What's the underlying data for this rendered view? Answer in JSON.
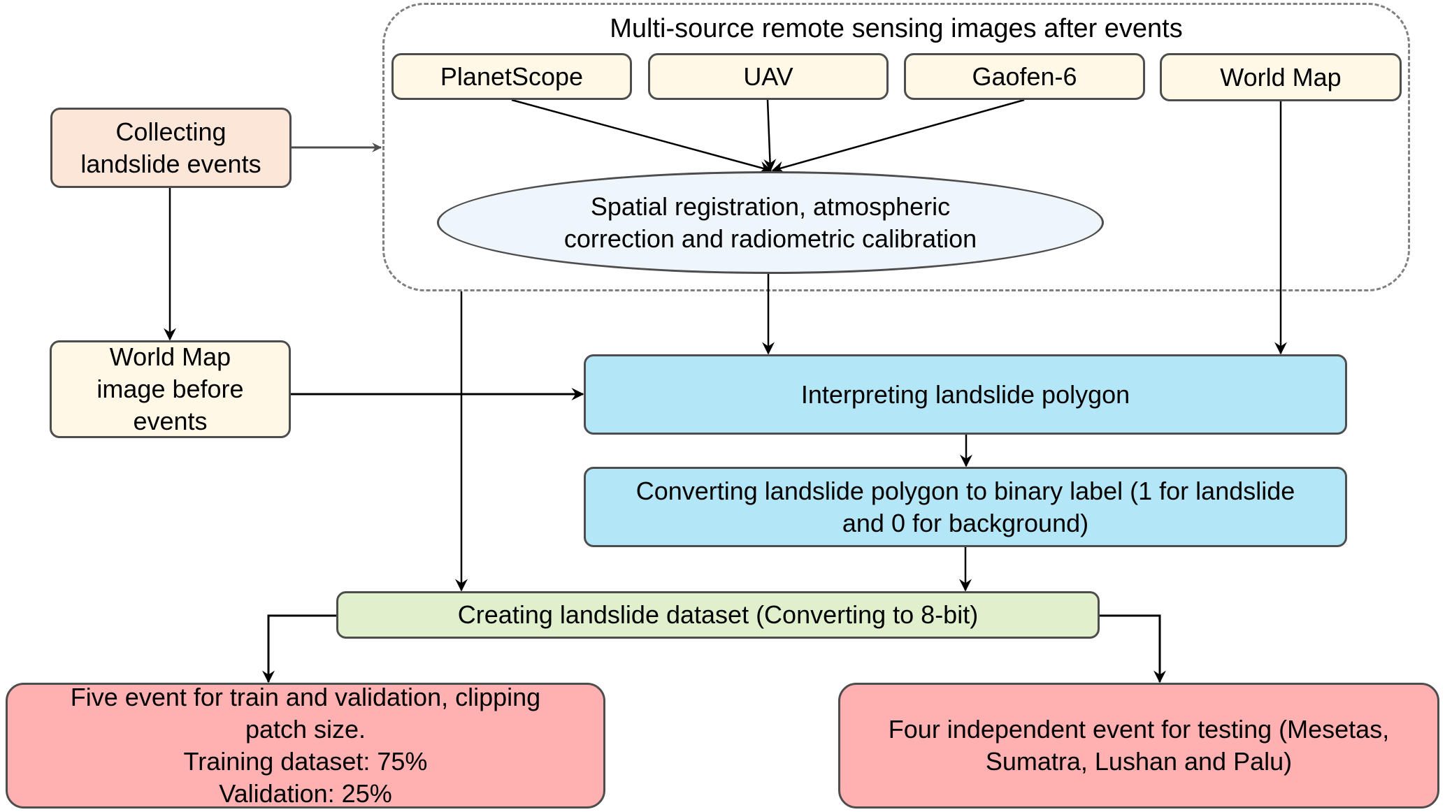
{
  "diagram": {
    "container": {
      "title": "Multi-source remote sensing images after events",
      "sources": [
        {
          "label": "PlanetScope"
        },
        {
          "label": "UAV"
        },
        {
          "label": "Gaofen-6"
        },
        {
          "label": "World Map"
        }
      ],
      "preprocessing": {
        "lines": [
          "Spatial registration, atmospheric",
          "correction and radiometric calibration"
        ]
      }
    },
    "collecting": {
      "lines": [
        "Collecting",
        "landslide events"
      ]
    },
    "world_map_before": {
      "lines": [
        "World Map",
        "image before",
        "events"
      ]
    },
    "interpreting": {
      "label": "Interpreting landslide polygon"
    },
    "converting": {
      "lines": [
        "Converting landslide polygon to binary label (1 for landslide",
        "and 0 for background)"
      ]
    },
    "creating": {
      "label": "Creating landslide dataset (Converting to 8-bit)"
    },
    "train_val": {
      "lines": [
        "Five event for train and validation, clipping",
        "patch size.",
        "Training dataset: 75%",
        "Validation: 25%"
      ]
    },
    "testing": {
      "lines": [
        "Four independent event for testing (Mesetas,",
        "Sumatra, Lushan and Palu)"
      ]
    },
    "colors": {
      "source_fill": "#fff8e6",
      "collecting_fill": "#fbe6d8",
      "ellipse_fill": "#eef5fb",
      "process_fill": "#b3e7f7",
      "dataset_fill": "#e0f0cd",
      "output_fill": "#ffb0b0",
      "border": "#4d4d4d",
      "dashed_border": "#808080"
    },
    "edges": [
      {
        "from": "collecting",
        "to": "multi-source-container"
      },
      {
        "from": "collecting",
        "to": "world-map-before"
      },
      {
        "from": "planetscope",
        "to": "preprocessing"
      },
      {
        "from": "uav",
        "to": "preprocessing"
      },
      {
        "from": "gaofen-6",
        "to": "preprocessing"
      },
      {
        "from": "preprocessing",
        "to": "interpreting"
      },
      {
        "from": "world-map",
        "to": "interpreting"
      },
      {
        "from": "world-map-before",
        "to": "interpreting"
      },
      {
        "from": "multi-source-container",
        "to": "creating"
      },
      {
        "from": "interpreting",
        "to": "converting"
      },
      {
        "from": "converting",
        "to": "creating"
      },
      {
        "from": "creating",
        "to": "train-val"
      },
      {
        "from": "creating",
        "to": "testing"
      }
    ]
  }
}
